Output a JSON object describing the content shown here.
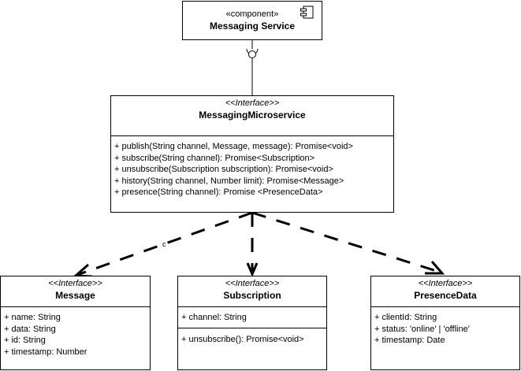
{
  "component": {
    "stereotype": "«component»",
    "name": "Messaging Service",
    "icon": "component-icon"
  },
  "main_interface": {
    "stereotype": "<<Interface>>",
    "name": "MessagingMicroservice",
    "methods": [
      "+ publish(String channel, Message, message): Promise<void>",
      "+ subscribe(String channel): Promise<Subscription>",
      "+ unsubscribe(Subscription subscription): Promise<void>",
      "+ history(String channel, Number limit): Promise<Message>",
      "+ presence(String channel): Promise <PresenceData>"
    ]
  },
  "message_interface": {
    "stereotype": "<<Interface>>",
    "name": "Message",
    "attributes": [
      "+ name: String",
      "+ data: String",
      "+ id: String",
      "+ timestamp: Number"
    ]
  },
  "subscription_interface": {
    "stereotype": "<<Interface>>",
    "name": "Subscription",
    "attributes": [
      "+ channel: String"
    ],
    "methods": [
      "+ unsubscribe(): Promise<void>"
    ]
  },
  "presence_interface": {
    "stereotype": "<<Interface>>",
    "name": "PresenceData",
    "attributes": [
      "+ clientId: String",
      "+ status: 'online' | 'offline'",
      "+ timestamp: Date"
    ]
  },
  "edge_labels": {
    "message_edge": "c"
  }
}
